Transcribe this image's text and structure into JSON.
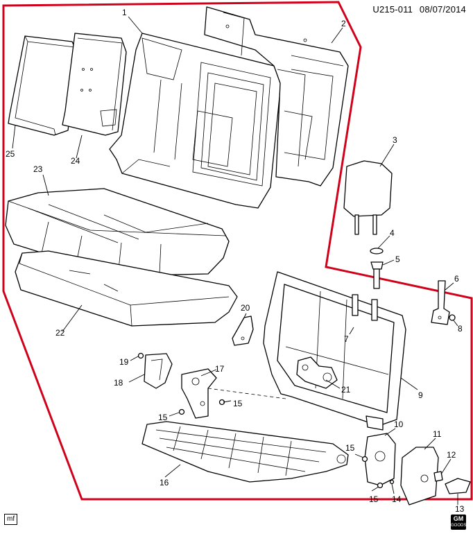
{
  "header": {
    "code": "U215-011",
    "date": "08/07/2014"
  },
  "footer": {
    "mf_tag": "mf",
    "logo_top": "GM",
    "logo_bottom": "GOODS"
  },
  "colors": {
    "boundary": "#d0021b",
    "line": "#000000"
  },
  "callouts": {
    "c1": "1",
    "c2": "2",
    "c3": "3",
    "c4": "4",
    "c5": "5",
    "c6": "6",
    "c7": "7",
    "c8": "8",
    "c9": "9",
    "c10": "10",
    "c11": "11",
    "c12": "12",
    "c13": "13",
    "c14": "14",
    "c15a": "15",
    "c15b": "15",
    "c15c": "15",
    "c15d": "15",
    "c16": "16",
    "c17": "17",
    "c18": "18",
    "c19": "19",
    "c20": "20",
    "c21": "21",
    "c22": "22",
    "c23": "23",
    "c24": "24",
    "c25": "25"
  }
}
